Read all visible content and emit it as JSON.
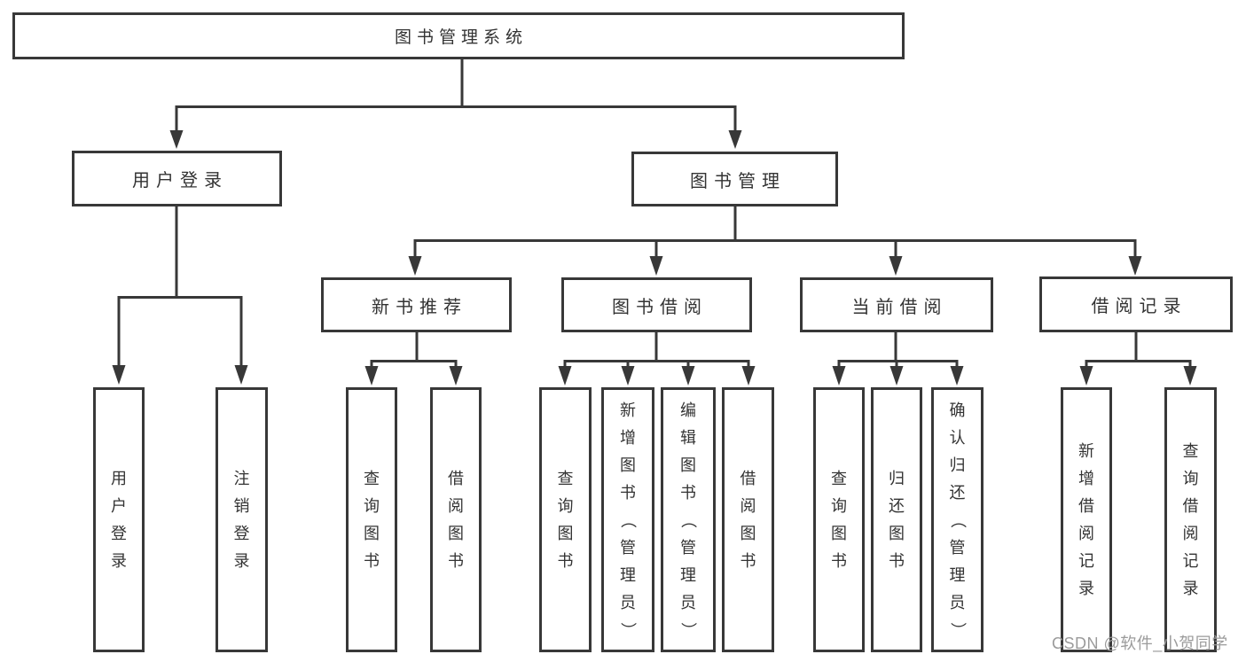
{
  "nodes": {
    "root": "图书管理系统",
    "user_login": "用户登录",
    "book_mgmt": "图书管理",
    "new_books": "新书推荐",
    "book_borrow": "图书借阅",
    "current_borrow": "当前借阅",
    "borrow_records": "借阅记录",
    "leaf_user_login": "用户登录",
    "leaf_logout": "注销登录",
    "nb_query": "查询图书",
    "nb_borrow": "借阅图书",
    "bb_query": "查询图书",
    "bb_add": "新增图书（管理员）",
    "bb_edit": "编辑图书（管理员）",
    "bb_borrow": "借阅图书",
    "cb_query": "查询图书",
    "cb_return": "归还图书",
    "cb_confirm": "确认归还（管理员）",
    "br_add": "新增借阅记录",
    "br_query": "查询借阅记录"
  },
  "watermark": "CSDN @软件_小贺同学",
  "colors": {
    "line": "#383838",
    "text": "#333333",
    "watermark": "#9b9b9b",
    "background": "#ffffff"
  }
}
